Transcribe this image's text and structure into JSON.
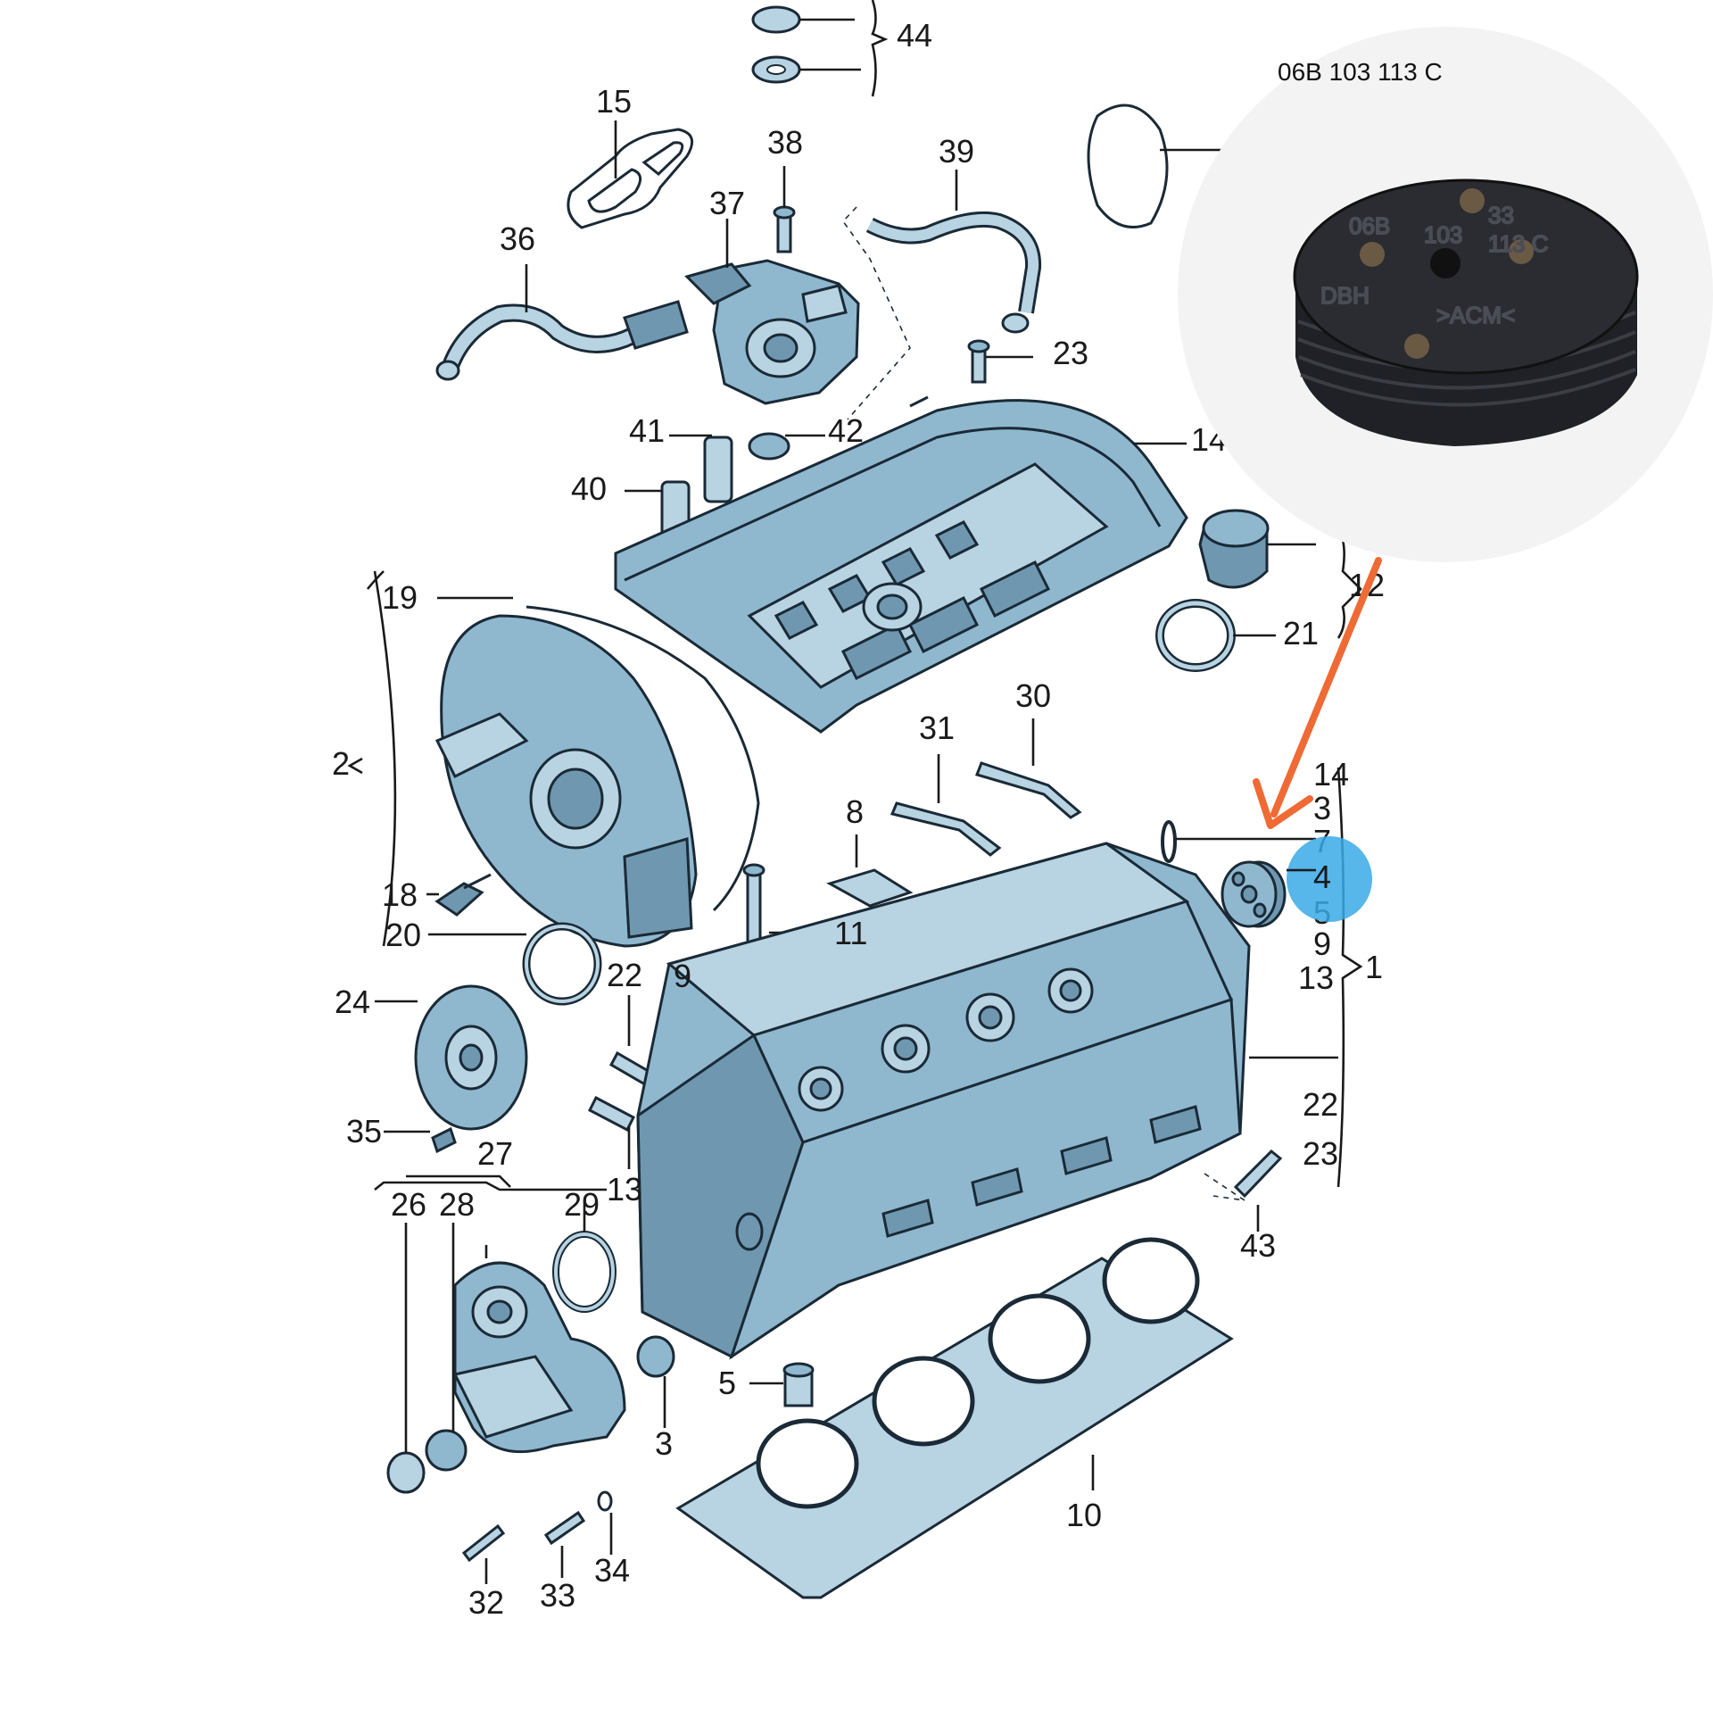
{
  "diagram": {
    "callouts": {
      "c44": "44",
      "c15": "15",
      "c38": "38",
      "c39": "39",
      "c37": "37",
      "c36": "36",
      "c23a": "23",
      "c41": "41",
      "c42": "42",
      "c14a": "14",
      "c40": "40",
      "c19": "19",
      "c12": "12",
      "c21": "21",
      "c2": "2",
      "c31": "31",
      "c30": "30",
      "c8": "8",
      "c14b": "14",
      "c3a": "3",
      "c7": "7",
      "c4": "4",
      "c5a": "5",
      "c9a": "9",
      "c13a": "13",
      "c1": "1",
      "c18": "18",
      "c11": "11",
      "c20": "20",
      "c22a": "22",
      "c9b": "9",
      "c24": "24",
      "c22b": "22",
      "c23b": "23",
      "c35": "35",
      "c27": "27",
      "c13b": "13",
      "c43": "43",
      "c26": "26",
      "c28": "28",
      "c29": "29",
      "c5b": "5",
      "c3b": "3",
      "c10": "10",
      "c34": "34",
      "c32": "32",
      "c33": "33"
    },
    "inset": {
      "part_number": "06B 103 113 C",
      "cap_text": {
        "line1a": "06B",
        "line1b": "103",
        "line1c": "113 C",
        "line0": "33",
        "line2a": "DBH",
        "line2b": ">ACM<"
      }
    },
    "colors": {
      "part_fill": "#8fb8cf",
      "arrow": "#ef6a35",
      "highlight": "#3aa9e6",
      "cap": "#1f2126"
    }
  }
}
